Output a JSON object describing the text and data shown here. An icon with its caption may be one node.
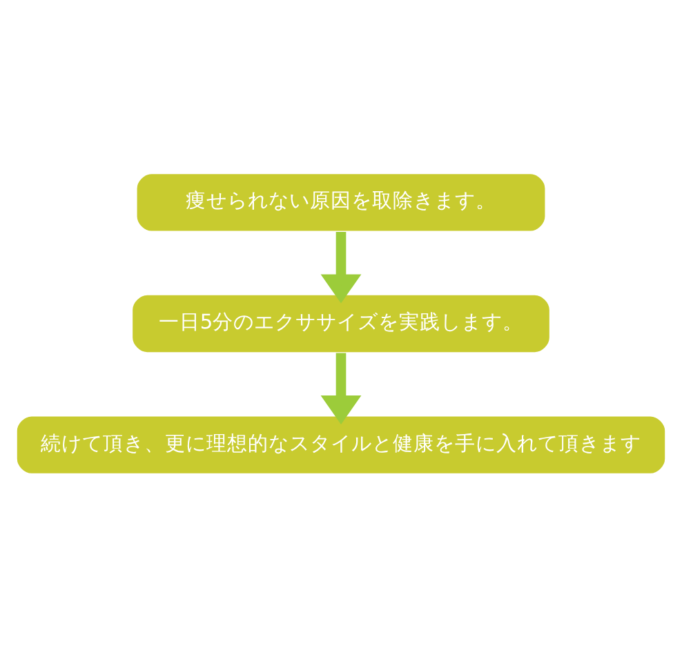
{
  "diagram": {
    "nodes": [
      {
        "text": [
          "痩せられない原因を取除きます。"
        ]
      },
      {
        "text": [
          "一日5分のエクササイズを実践します。"
        ]
      },
      {
        "text": [
          "続けて頂き、更に理想的なスタイルと健康を手に入れて頂きます"
        ]
      }
    ],
    "edges": [
      {
        "from": 0,
        "to": 1,
        "arrow": "to"
      },
      {
        "from": 1,
        "to": 2,
        "arrow": "to"
      }
    ]
  }
}
